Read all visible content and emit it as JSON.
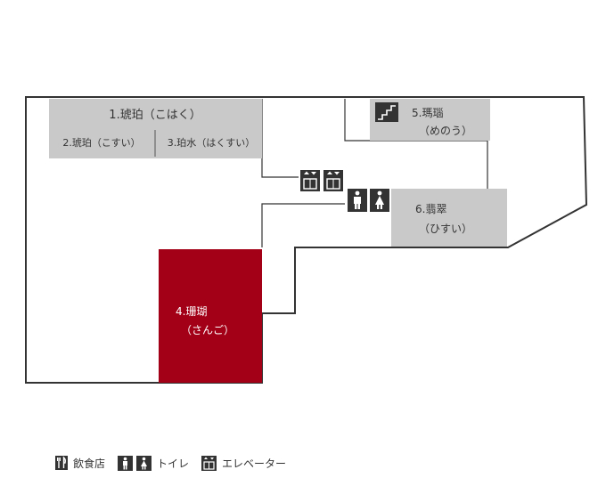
{
  "floor_map": {
    "rooms": [
      {
        "id": "kohaku",
        "label": "1.琥珀（こはく）",
        "color": "#c9c9c9",
        "highlighted": false
      },
      {
        "id": "kosui",
        "label": "2.琥珀（こすい）",
        "color": "#c9c9c9",
        "highlighted": false
      },
      {
        "id": "hakusui",
        "label": "3.珀水（はくすい）",
        "color": "#c9c9c9",
        "highlighted": false
      },
      {
        "id": "sango",
        "name": "4.珊瑚",
        "reading": "（さんご）",
        "color": "#a30017",
        "highlighted": true
      },
      {
        "id": "meno",
        "name": "5.瑪瑙",
        "reading": "（めのう）",
        "color": "#c9c9c9",
        "highlighted": false
      },
      {
        "id": "hisui",
        "name": "6.翡翠",
        "reading": "（ひすい）",
        "color": "#c9c9c9",
        "highlighted": false
      }
    ],
    "facilities": [
      {
        "type": "elevator",
        "icon": "elevator-icon",
        "count": 2
      },
      {
        "type": "restroom",
        "icon": "restroom-icon",
        "count": 2
      },
      {
        "type": "stairs",
        "icon": "stairs-icon",
        "count": 1
      }
    ],
    "colors": {
      "walls": "#333333",
      "room_fill": "#c9c9c9",
      "highlight": "#a30017",
      "icon_bg": "#333333"
    }
  },
  "legend": {
    "restaurant": "飲食店",
    "restroom": "トイレ",
    "elevator": "エレベーター"
  }
}
